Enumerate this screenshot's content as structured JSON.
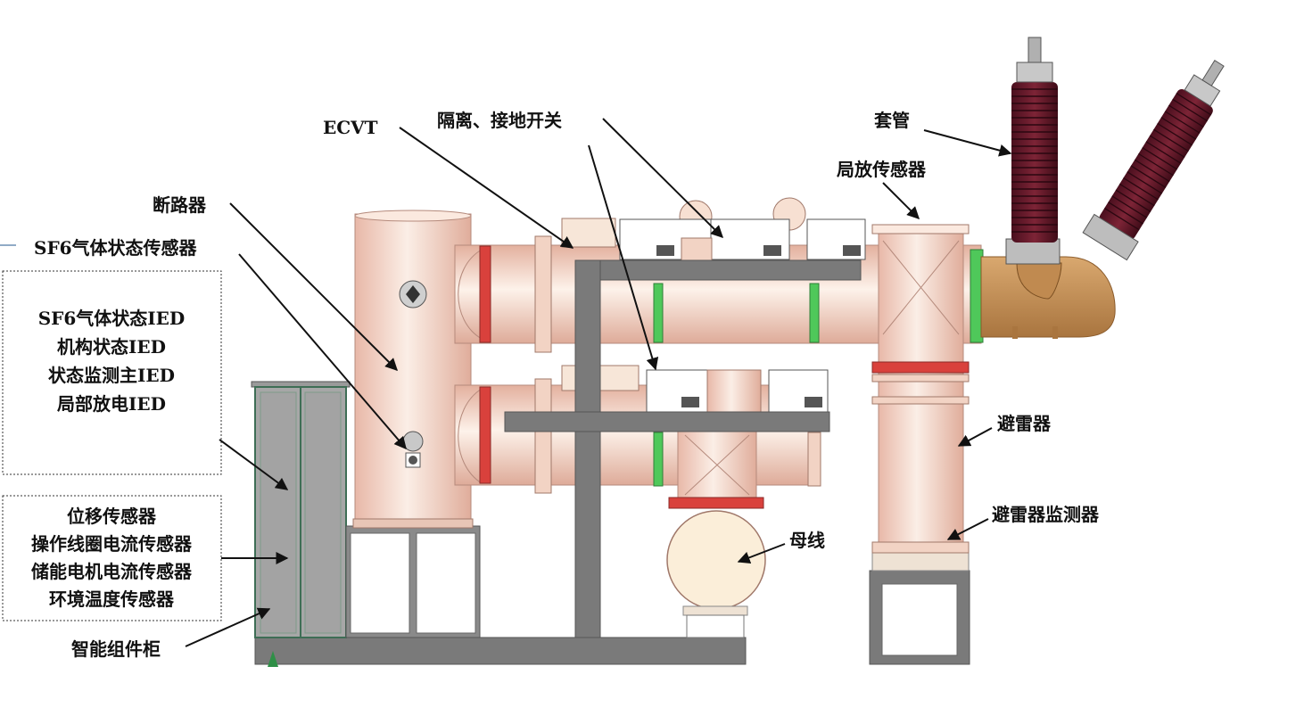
{
  "labels": {
    "ecvt": "ECVT",
    "disconnector": "隔离、接地开关",
    "bushing": "套管",
    "pd_sensor": "局放传感器",
    "breaker": "断路器",
    "sf6_sensor": "SF6气体状态传感器",
    "arrester": "避雷器",
    "arrester_monitor": "避雷器监测器",
    "busbar": "母线",
    "cabinet": "智能组件柜"
  },
  "ied_box": {
    "lines": [
      "SF6气体状态IED",
      "机构状态IED",
      "状态监测主IED",
      "局部放电IED"
    ]
  },
  "sensor_box": {
    "lines": [
      "位移传感器",
      "操作线圈电流传感器",
      "储能电机电流传感器",
      "环境温度传感器"
    ]
  },
  "colors": {
    "vessel": "#f2d3c4",
    "frame": "#7a7a7a",
    "flange_red": "#d9413c",
    "flange_green": "#4fc85a",
    "bushing": "#6e1a2c",
    "bronze": "#c9955c",
    "cabinet": "#a7a7a7"
  }
}
